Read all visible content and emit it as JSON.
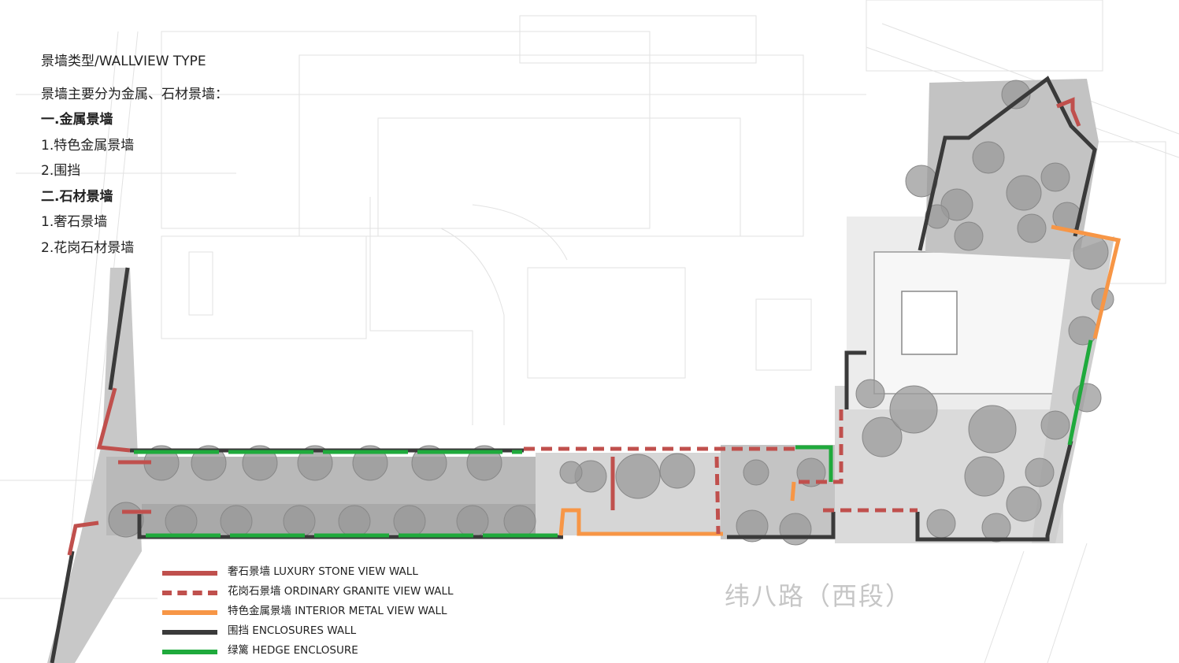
{
  "heading": {
    "title": "景墙类型/WALLVIEW TYPE",
    "intro": "景墙主要分为金属、石材景墙：",
    "group1": "一.金属景墙",
    "group1_item1": "1.特色金属景墙",
    "group1_item2": "2.围挡",
    "group2": "二.石材景墙",
    "group2_item1": "1.奢石景墙",
    "group2_item2": "2.花岗石材景墙"
  },
  "legend": [
    {
      "label": "奢石景墙  LUXURY STONE VIEW WALL",
      "color": "#c0504d",
      "style": "solid"
    },
    {
      "label": "花岗石景墙  ORDINARY GRANITE VIEW WALL",
      "color": "#c0504d",
      "style": "dashed"
    },
    {
      "label": "特色金属景墙  INTERIOR METAL VIEW WALL",
      "color": "#f79646",
      "style": "solid"
    },
    {
      "label": "围挡  ENCLOSURES WALL",
      "color": "#3a3a3a",
      "style": "solid"
    },
    {
      "label": "绿篱 HEDGE ENCLOSURE",
      "color": "#1faa3c",
      "style": "solid"
    }
  ],
  "road_label": "纬八路（西段）",
  "colors": {
    "luxury_stone": "#c0504d",
    "granite": "#c0504d",
    "metal": "#f79646",
    "enclosure": "#3a3a3a",
    "hedge": "#1faa3c",
    "tree": "#9a9a9a",
    "paving": "#cfcfcf"
  }
}
